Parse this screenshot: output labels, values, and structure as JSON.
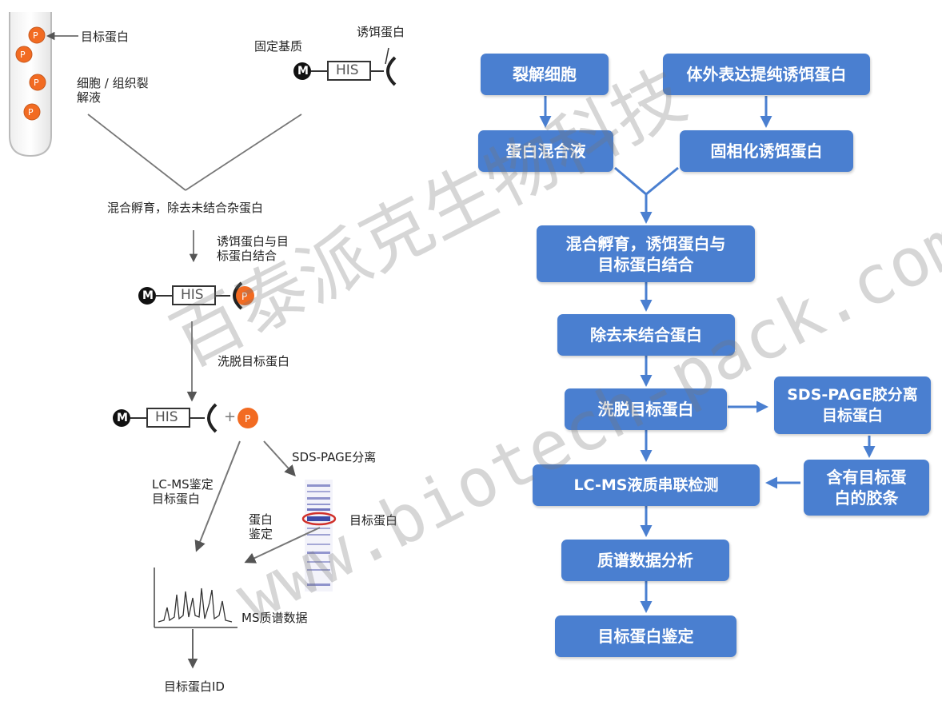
{
  "left": {
    "target_protein_label": "目标蛋白",
    "lysate_label": "细胞 / 组织裂\n解液",
    "matrix_label": "固定基质",
    "bait_label": "诱饵蛋白",
    "M": "M",
    "HIS": "HIS",
    "P": "P",
    "plus": "+",
    "mix_label": "混合孵育，除去未结合杂蛋白",
    "bind_label": "诱饵蛋白与目\n标蛋白结合",
    "elute_label": "洗脱目标蛋白",
    "lcms_label": "LC-MS鉴定\n目标蛋白",
    "sds_label": "SDS-PAGE分离",
    "protein_id_label": "蛋白\n鉴定",
    "band_label": "目标蛋白",
    "ms_data_label": "MS质谱数据",
    "final_label": "目标蛋白ID"
  },
  "flow": {
    "lyse": "裂解细胞",
    "express": "体外表达提纯诱饵蛋白",
    "mixture": "蛋白混合液",
    "immobilize": "固相化诱饵蛋白",
    "incubate_1": "混合孵育，诱饵蛋白与",
    "incubate_2": "目标蛋白结合",
    "remove": "除去未结合蛋白",
    "elute": "洗脱目标蛋白",
    "sds_1": "SDS-PAGE胶分离",
    "sds_2": "目标蛋白",
    "band_1": "含有目标蛋",
    "band_2": "白的胶条",
    "lcms": "LC-MS液质串联检测",
    "analysis": "质谱数据分析",
    "identify": "目标蛋白鉴定"
  },
  "watermark": {
    "company": "百泰派克生物科技",
    "url": "www.biotech-pack.com"
  },
  "colors": {
    "box": "#4a7fd0",
    "arrow": "#4a7fd0",
    "orange": "#f26b22",
    "gel_band": "#3d4aa8",
    "highlight": "#d0302a"
  }
}
